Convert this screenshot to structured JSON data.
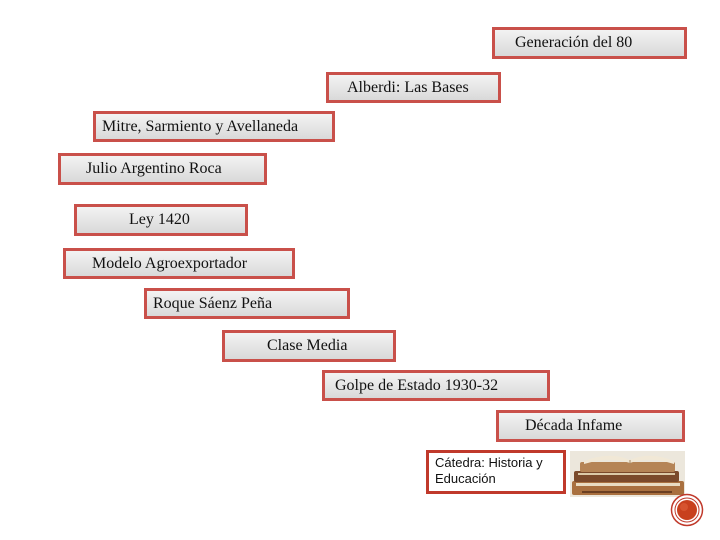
{
  "sequence": [
    {
      "label": "Generación del 80"
    },
    {
      "label": "Alberdi: Las Bases"
    },
    {
      "label": "Mitre, Sarmiento y Avellaneda"
    },
    {
      "label": "Julio Argentino Roca"
    },
    {
      "label": "Ley 1420"
    },
    {
      "label": "Modelo Agroexportador"
    },
    {
      "label": "Roque Sáenz Peña"
    },
    {
      "label": "Clase Media"
    },
    {
      "label": "Golpe de Estado 1930-32"
    },
    {
      "label": "Década Infame"
    }
  ],
  "credit": {
    "text": "Cátedra: Historia y Educación"
  },
  "colors": {
    "border": "#c9504a",
    "accent": "#c0392b",
    "box_fill": "#e6e6e6"
  }
}
